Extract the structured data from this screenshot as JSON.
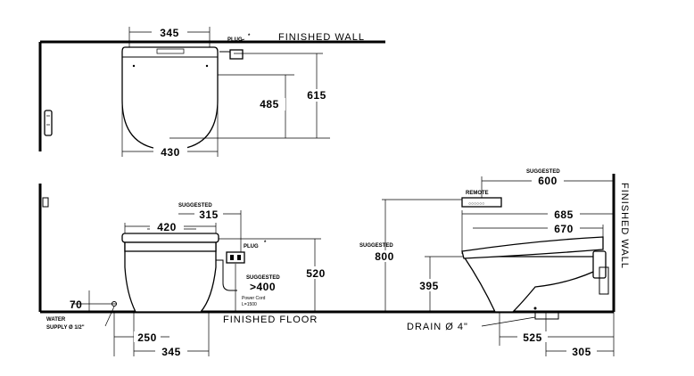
{
  "top_view": {
    "width_345": "345",
    "plug": "PLUG",
    "finished_wall": "FINISHED  WALL",
    "depth_485": "485",
    "depth_615": "615",
    "width_430": "430"
  },
  "front_view": {
    "suggested": "SUGGESTED",
    "dim_315": "315",
    "dim_420": "420",
    "plug": "PLUG",
    "suggested_2": "SUGGESTED",
    "dim_gt400": ">400",
    "power_cord_1": "Power Cord",
    "power_cord_2": "L=1500",
    "dim_520": "520",
    "dim_70": "70",
    "water_supply_1": "WATER",
    "water_supply_2": "SUPPLY Ø 1/2\"",
    "dim_250": "250",
    "dim_345": "345",
    "finished_floor": "FINISHED  FLOOR"
  },
  "side_view": {
    "suggested_top": "SUGGESTED",
    "dim_600": "600",
    "remote": "REMOTE",
    "dim_685": "685",
    "dim_670": "670",
    "suggested_left": "SUGGESTED",
    "dim_800": "800",
    "dim_395": "395",
    "drain": "DRAIN Ø 4\"",
    "dim_525": "525",
    "dim_305": "305",
    "finished_wall": "FINISHED  WALL"
  }
}
